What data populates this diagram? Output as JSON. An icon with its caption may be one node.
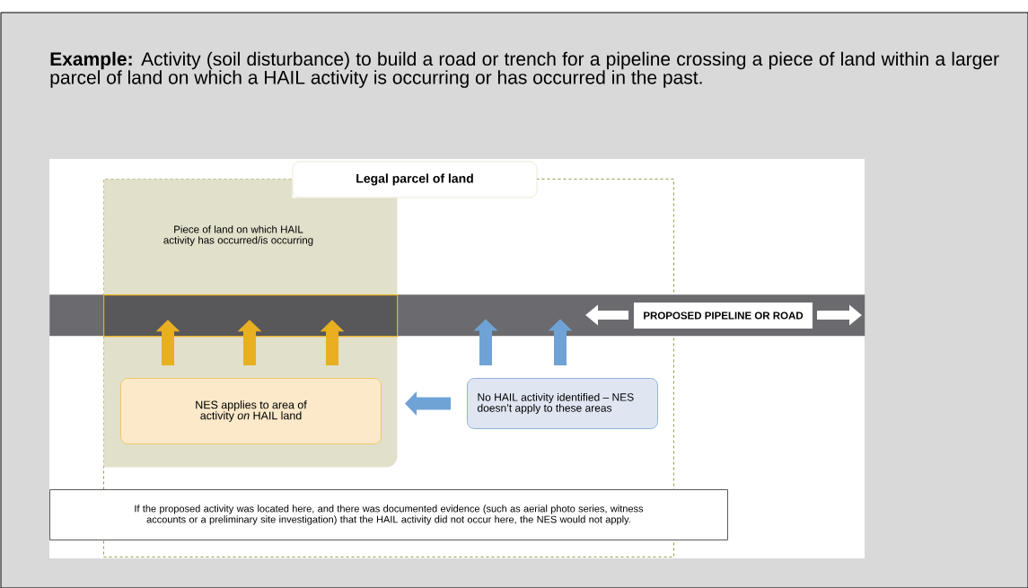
{
  "diagram": {
    "nodes": [
      {
        "text": [
          "**Example:** Activity (soil disturbance) to build a road or trench for a pipeline crossing a piece of land within a larger parcel of land on which a HAIL activity is occurring or has occurred in the past."
        ]
      },
      {
        "text": [
          "Legal parcel of land"
        ],
        "in": 0
      },
      {
        "text": [
          "Piece of land on which HAIL activity has occurred/is occurring"
        ],
        "in": 1
      },
      {
        "text": [
          "PROPOSED PIPELINE OR ROAD"
        ],
        "in": 0
      },
      {
        "text": [],
        "shape": "box"
      },
      {
        "text": [
          "NES applies to area of activity *on* HAIL land"
        ],
        "in": 2
      },
      {
        "text": [
          "No HAIL activity identified – NES doesn’t apply to these areas"
        ],
        "in": 1
      },
      {
        "text": [
          "If the proposed activity was located here, and there was documented evidence (such as aerial photo series, witness accounts or a preliminary site investigation) that the HAIL activity did not occur here, the NES would not apply."
        ],
        "in": 0
      }
    ],
    "edges": [
      {
        "from": 5,
        "to": 4,
        "arrow": "to",
        "color": "#e8b021"
      },
      {
        "from": 5,
        "to": 4,
        "arrow": "to",
        "color": "#e8b021"
      },
      {
        "from": 5,
        "to": 4,
        "arrow": "to",
        "color": "#e8b021"
      },
      {
        "from": 6,
        "to": 3,
        "arrow": "to",
        "color": "#6fa3d6"
      },
      {
        "from": 6,
        "to": 3,
        "arrow": "to",
        "color": "#6fa3d6"
      },
      {
        "from": 6,
        "to": 5,
        "arrow": "to",
        "color": "#6fa3d6"
      }
    ]
  }
}
